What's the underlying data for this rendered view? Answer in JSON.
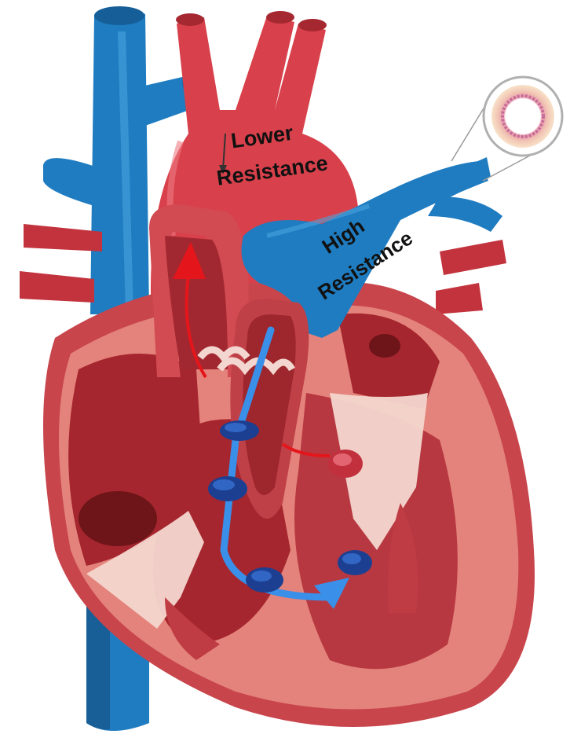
{
  "labels": {
    "aorta_line1": "Lower",
    "aorta_line2": "Resistance",
    "pulmonary_line1": "High",
    "pulmonary_line2": "Resistance"
  },
  "colors": {
    "vein_blue": "#1f7cc0",
    "artery_red": "#d8414b",
    "muscle_red": "#b8343c",
    "chamber_dark": "#8e1f26",
    "tendon_pale": "#f3d6cf",
    "flow_red_arrow": "#e5161b",
    "flow_blue_arrow": "#3a8fe8",
    "valve_blue": "#1d3f91",
    "valve_red": "#c2303e"
  },
  "icons": {
    "aorta_arrow": "thin-down-arrow-icon",
    "vessel_inset": "vessel-cross-section-icon"
  }
}
